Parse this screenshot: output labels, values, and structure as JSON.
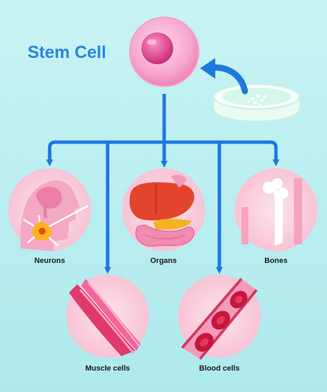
{
  "title": "Stem Cell",
  "nodes": {
    "neurons": "Neurons",
    "organs": "Organs",
    "bones": "Bones",
    "muscle": "Muscle cells",
    "blood": "Blood cells"
  },
  "colors": {
    "background": "#bfeff1",
    "arrow": "#1f78e0",
    "title": "#2a86e0",
    "circle_fill": "#f7c3d3",
    "cell_pink": "#f06fa8"
  }
}
